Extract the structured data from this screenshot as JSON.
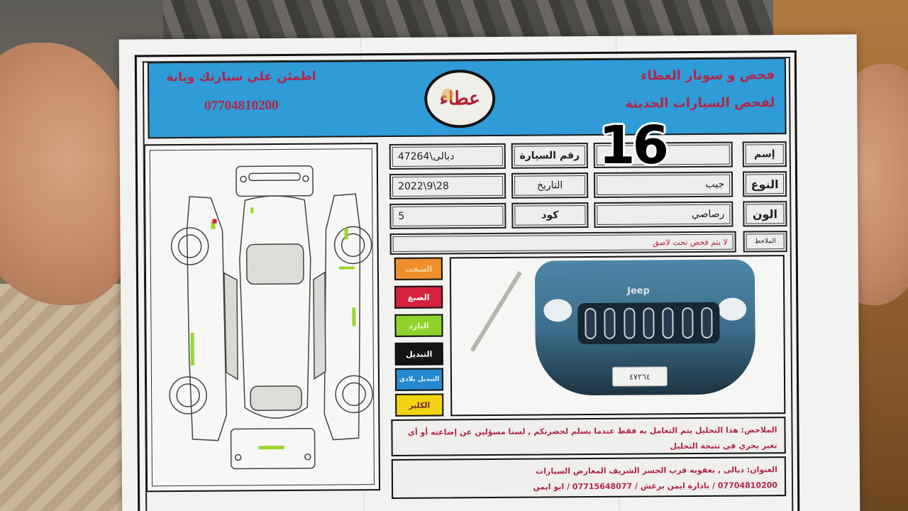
{
  "overlay": {
    "number": "16"
  },
  "header": {
    "slogan": "اطمئن علي سيارتك ويانة",
    "phone": "07704810200",
    "title": "فحص و سونار العطاء",
    "subtitle": "لفحص السيارات الحديثة",
    "logo_text": "عطاء",
    "background_color": "#2f9bd7",
    "text_color": "#b2264a"
  },
  "vehicle_info": {
    "name_label": "إسم",
    "name_value": "",
    "plate_label": "رقم السيارة",
    "plate_value": "47264\\ديالى",
    "type_label": "النوع",
    "type_value": "جيب",
    "date_label": "التاريخ",
    "date_value": "2022\\9\\28",
    "color_label": "الون",
    "color_value": "رصاصي",
    "code_label": "كود",
    "code_value": "5",
    "note_label": "الملاحظ",
    "note_value": "لا يتم فحص تحت لاصق"
  },
  "legend": [
    {
      "label": "الشفت",
      "color": "#ef8f2b",
      "text_color": "#f6d29a"
    },
    {
      "label": "الصبغ",
      "color": "#d4213c",
      "text_color": "#ffffff"
    },
    {
      "label": "البارد",
      "color": "#8fd12d",
      "text_color": "#e8f7c8"
    },
    {
      "label": "التبديل",
      "color": "#141414",
      "text_color": "#ffffff"
    },
    {
      "label": "التبديل بلادي",
      "color": "#2588d0",
      "text_color": "#e6f2fb"
    },
    {
      "label": "الكلير",
      "color": "#f2d411",
      "text_color": "#6b2a2a"
    }
  ],
  "photo": {
    "brand": "Jeep",
    "plate_text": "٤٧٢٦٤"
  },
  "remarks": {
    "text": "الملاحض: هذا التحليل يتم التعامل به فقط عندما يسلم لحضرتكم , لسنا مسؤلين عن إضاعته أو أي تغير يجري في نتيجة التحليل"
  },
  "address": {
    "line1": "العنوان: ديالى , بعقوبه قرب الجسر الشريف المعارض السيارات",
    "line2": "07704810200 / بادارة ايمن برغش / 07715648077 / ابو ايمن"
  },
  "diagram": {
    "title": "car-damage-diagram",
    "mark_color": "#9ad62e"
  }
}
